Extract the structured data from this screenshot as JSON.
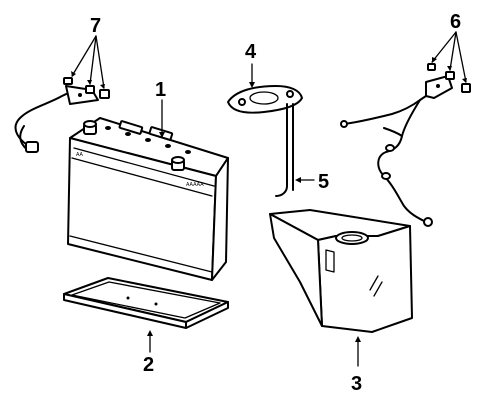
{
  "callouts": {
    "c1": "1",
    "c2": "2",
    "c3": "3",
    "c4": "4",
    "c5": "5",
    "c6": "6",
    "c7": "7"
  },
  "battery_markings": {
    "top_left": "AA",
    "top_right": "AAAAA"
  }
}
